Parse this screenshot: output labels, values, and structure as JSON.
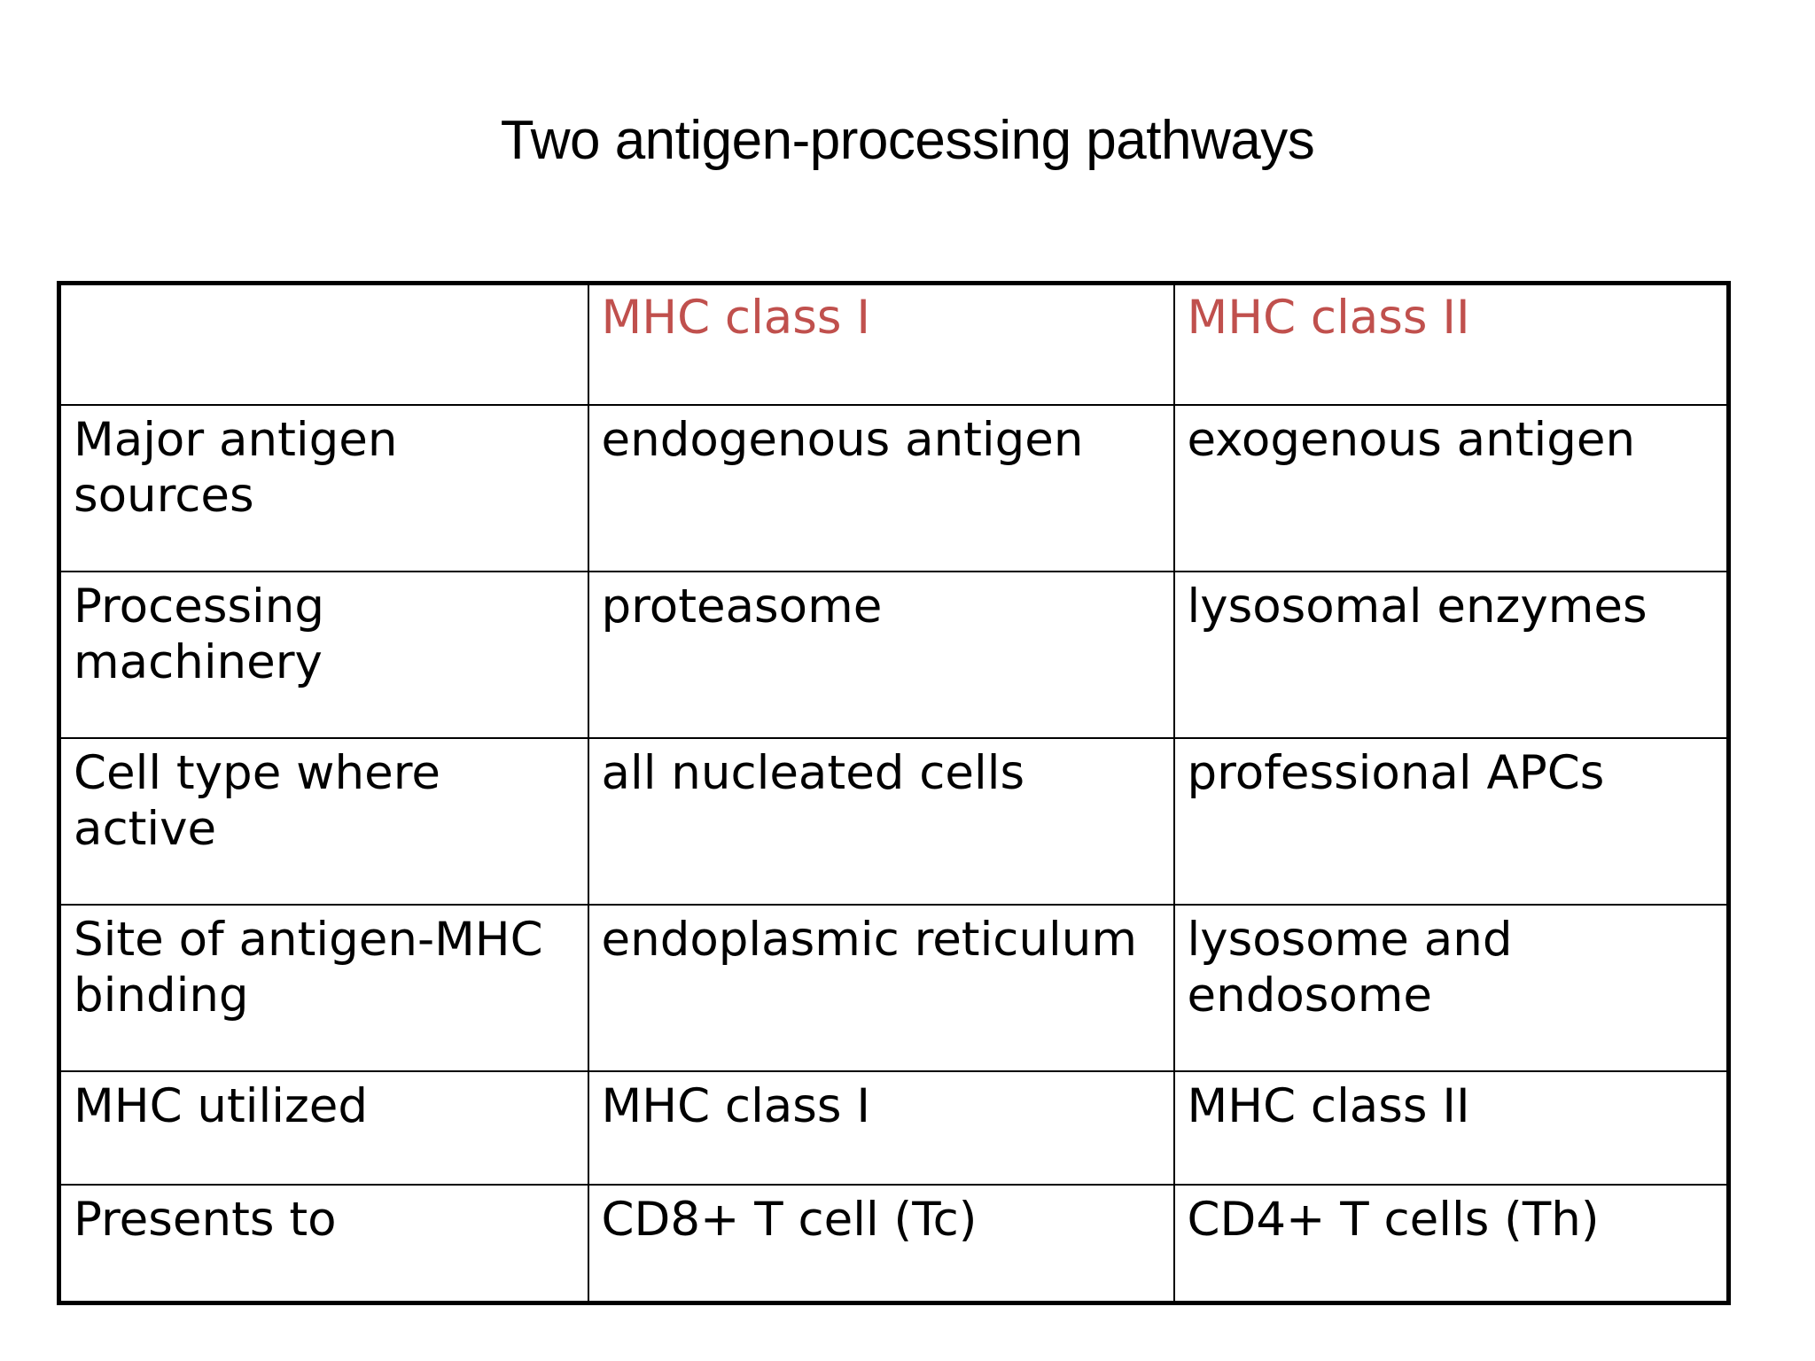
{
  "slide": {
    "title": "Two antigen-processing pathways",
    "background_color": "#FFFFFF",
    "accent_color": "#C0504D",
    "text_color": "#000000",
    "border_color": "#000000"
  },
  "table": {
    "columns": [
      {
        "key": "feature",
        "label": ""
      },
      {
        "key": "class_i",
        "label": "MHC class I"
      },
      {
        "key": "class_ii",
        "label": "MHC class II"
      }
    ],
    "rows": [
      {
        "feature": "Major antigen sources",
        "class_i": "endogenous antigen",
        "class_ii": "exogenous antigen"
      },
      {
        "feature": "Processing machinery",
        "class_i": "proteasome",
        "class_ii": "lysosomal enzymes"
      },
      {
        "feature": "Cell type where active",
        "class_i": "all nucleated cells",
        "class_ii": "professional APCs"
      },
      {
        "feature": "Site of antigen-MHC binding",
        "class_i": "endoplasmic reticulum",
        "class_ii": "lysosome and endosome"
      },
      {
        "feature": "MHC utilized",
        "class_i": "MHC class I",
        "class_ii": "MHC class II"
      },
      {
        "feature": "Presents to",
        "class_i": "CD8+ T cell (Tc)",
        "class_ii": "CD4+ T cells (Th)"
      }
    ]
  }
}
